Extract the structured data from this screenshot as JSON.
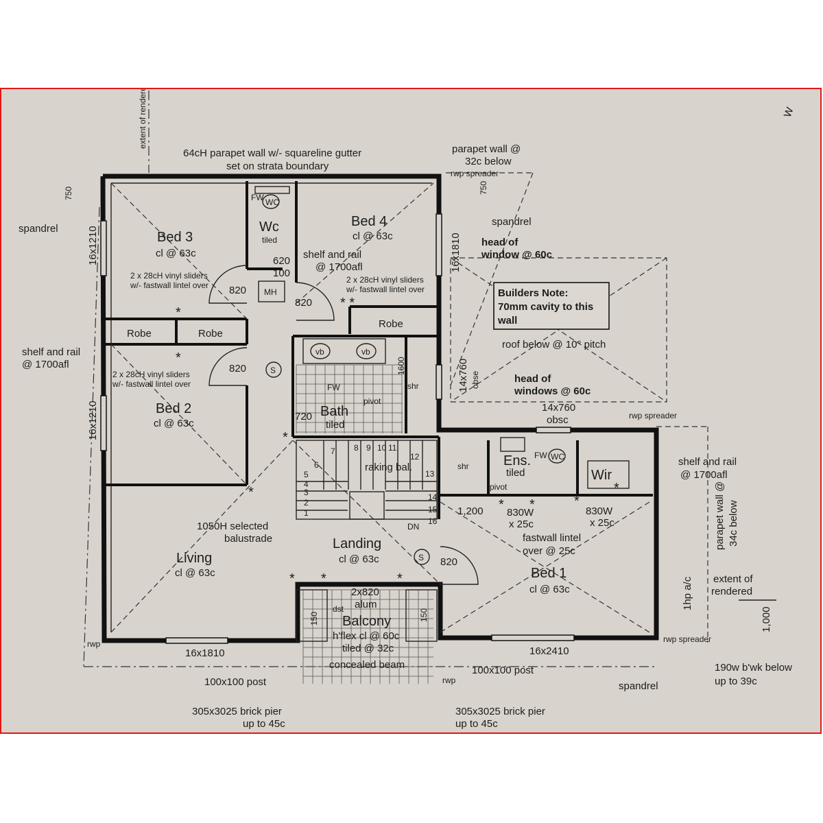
{
  "compass": "W",
  "labels": {
    "extent_rendered_top": "extent of rendered",
    "parapet_top_1": "64cH parapet wall w/- squareline gutter",
    "parapet_top_2": "set on strata boundary",
    "parapet_right_1": "parapet wall @",
    "parapet_right_2": "32c below",
    "rwp_spreader_top": "rwp spreader",
    "dim_750_left": "750",
    "dim_750_right": "750",
    "spandrel_left": "spandrel",
    "spandrel_right": "spandrel",
    "spandrel_bottom": "spandrel",
    "win_bed3": "16x1210",
    "win_bed2": "16x1210",
    "win_bed4": "16x1810",
    "win_ens": "14x760",
    "win_living": "16x1810",
    "win_bed1": "16x2410",
    "win_14x760_side": "14x760",
    "obse": "obse",
    "head_window_1": "head of",
    "head_window_2": "window @ 60c",
    "head_windows_1": "head of",
    "head_windows_2": "windows @ 60c",
    "obsc": "obsc",
    "builders_note_1": "Builders Note:",
    "builders_note_2": "70mm cavity to this",
    "builders_note_3": "wall",
    "roof_below": "roof below @ 10° pitch",
    "rwp_spreader_mid": "rwp spreader",
    "rwp_spreader_bottom": "rwp spreader",
    "bed3_name": "Bed 3",
    "bed3_cl": "cl @ 63c",
    "bed4_name": "Bed 4",
    "bed4_cl": "cl @ 63c",
    "bed2_name": "Bed 2",
    "bed2_cl": "cl @ 63c",
    "bed1_name": "Bed 1",
    "bed1_cl": "cl @ 63c",
    "living_name": "Living",
    "living_cl": "cl @ 63c",
    "landing_name": "Landing",
    "landing_cl": "cl @ 63c",
    "balcony_name": "Balcony",
    "balcony_ceiling": "h'flex cl @ 60c",
    "balcony_tiled": "tiled @ 32c",
    "bath_name": "Bath",
    "bath_tiled": "tiled",
    "ens_name": "Ens.",
    "ens_tiled": "tiled",
    "wc_name": "Wc",
    "wc_tiled": "tiled",
    "wir": "Wir",
    "fw": "FW",
    "wc": "WC",
    "vb": "vb",
    "mh": "MH",
    "robe": "Robe",
    "shr": "shr",
    "pivot": "pivot",
    "dn": "DN",
    "s": "S",
    "shelf_rail_left_1": "shelf and rail",
    "shelf_rail_left_2": "@ 1700afl",
    "shelf_rail_bed4_1": "shelf and rail",
    "shelf_rail_bed4_2": "@ 1700afl",
    "shelf_rail_right_1": "shelf and rail",
    "shelf_rail_right_2": "@ 1700afl",
    "sliders_a_1": "2 x 28cH vinyl sliders",
    "sliders_a_2": "w/- fastwall lintel over",
    "sliders_b_1": "2 x 28cH vinyl sliders",
    "sliders_b_2": "w/- fastwall lintel over",
    "sliders_c_1": "2 x 28cH vinyl sliders",
    "sliders_c_2": "w/- fastwall lintel over",
    "door_820": "820",
    "dim_620": "620",
    "dim_100": "100",
    "dim_720": "720",
    "dim_1600": "1600",
    "dim_1200": "1,200",
    "dim_1000": "1,000",
    "dim_150": "150",
    "raking_bal": "raking bal.",
    "balustrade_1": "1050H selected",
    "balustrade_2": "balustrade",
    "w830_a": "830W",
    "w830_b": "830W",
    "x25c": "x 25c",
    "fastwall_1": "fastwall lintel",
    "fastwall_2": "over @ 25c",
    "hp_ac": "1hp a/c",
    "extent_rendered_right_1": "extent of",
    "extent_rendered_right_2": "rendered",
    "parapet_side_1": "parapet wall @",
    "parapet_side_2": "34c below",
    "alum": "2x820",
    "alum_2": "alum",
    "dst": "dst",
    "concealed_beam": "concealed beam",
    "post_left": "100x100 post",
    "post_right": "100x100 post",
    "pier_left_1": "305x3025 brick pier",
    "pier_left_2": "up to 45c",
    "pier_right_1": "305x3025 brick pier",
    "pier_right_2": "up to 45c",
    "rwp": "rwp",
    "brickwork_1": "190w b'wk below",
    "brickwork_2": "up to 39c",
    "asterisk": "*",
    "asterisk_double": "* *"
  },
  "stair_numbers": [
    "1",
    "2",
    "3",
    "4",
    "5",
    "6",
    "7",
    "8",
    "9",
    "10",
    "11",
    "12",
    "13",
    "14",
    "15",
    "16"
  ]
}
